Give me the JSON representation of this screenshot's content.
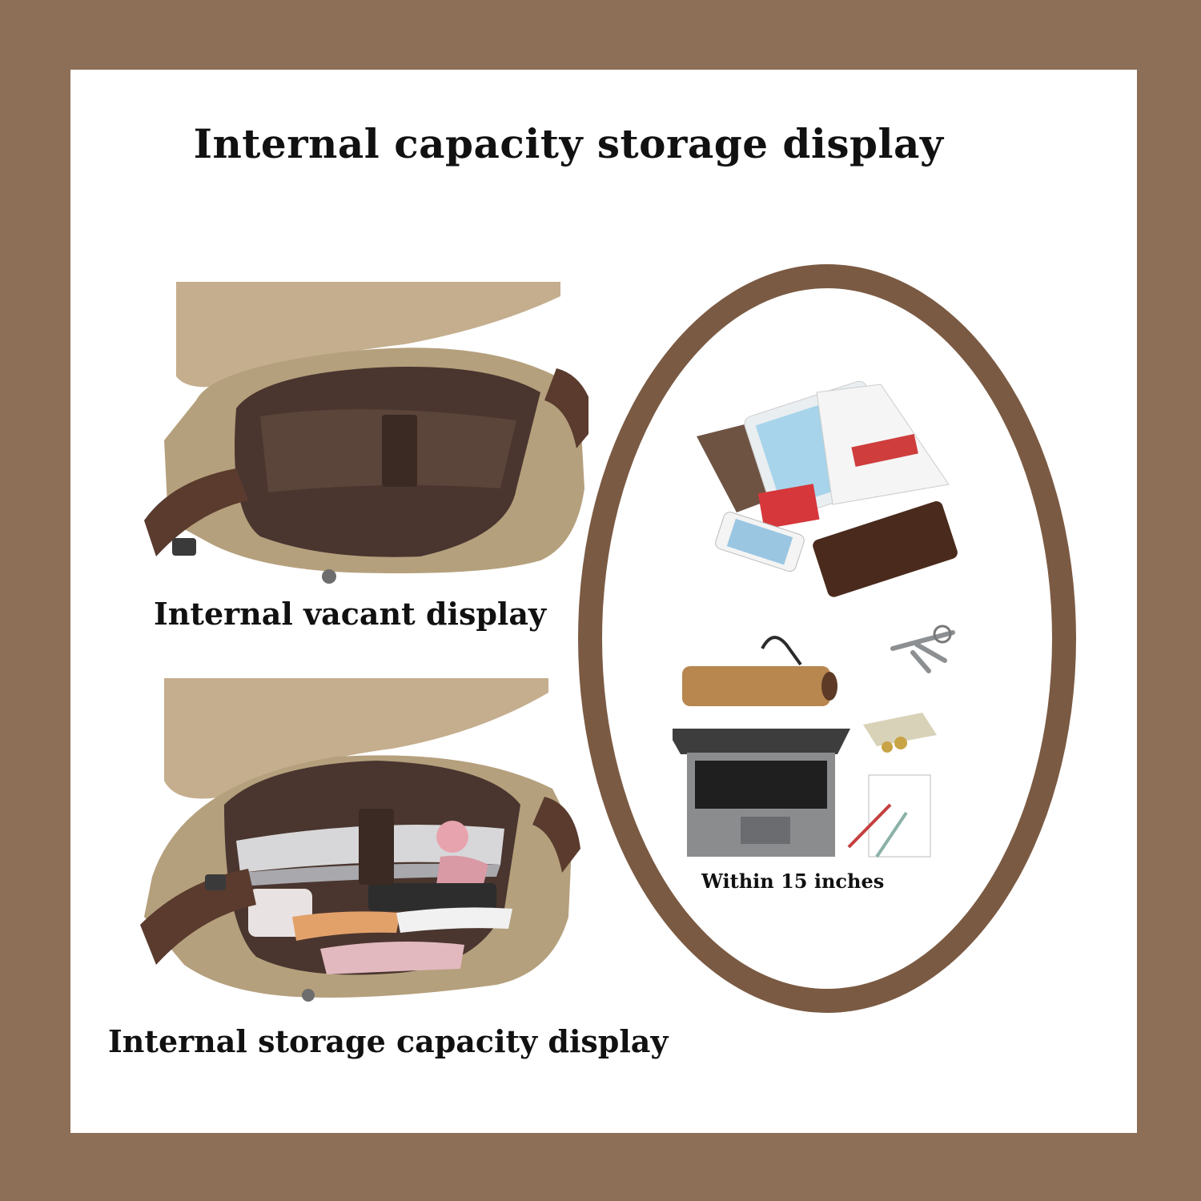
{
  "title": "Internal capacity storage display",
  "captions": {
    "vacant": "Internal vacant display",
    "storage": "Internal storage capacity display",
    "laptop": "Within 15 inches"
  },
  "colors": {
    "frame": "#8d6e56",
    "oval_border": "#7b5a43",
    "canvas": "#c4ae8e",
    "lining": "#4a362f",
    "strap": "#5a3b2e"
  }
}
